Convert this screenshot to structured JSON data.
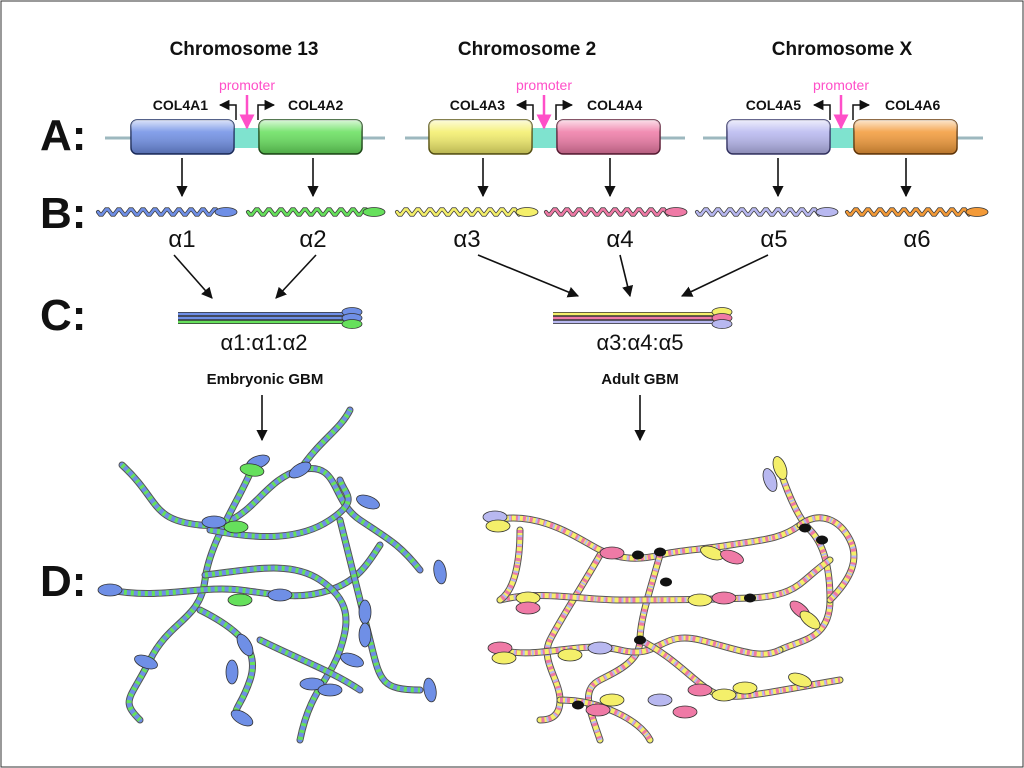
{
  "colors": {
    "alpha1": "#6f8fe6",
    "alpha2": "#66e05c",
    "alpha3": "#f4ef6a",
    "alpha4": "#ef7aa6",
    "alpha5": "#b8b8f0",
    "alpha6": "#f39a38",
    "promoter": "#ff4fc8",
    "linker": "#7fe3cf",
    "dna_line": "#9db8bf"
  },
  "chromosomes": [
    {
      "title": "Chromosome 13",
      "promoter": "promoter",
      "left_gene": "COL4A1",
      "right_gene": "COL4A2",
      "left_chain": "α1",
      "right_chain": "α2"
    },
    {
      "title": "Chromosome 2",
      "promoter": "promoter",
      "left_gene": "COL4A3",
      "right_gene": "COL4A4",
      "left_chain": "α3",
      "right_chain": "α4"
    },
    {
      "title": "Chromosome X",
      "promoter": "promoter",
      "left_gene": "COL4A5",
      "right_gene": "COL4A6",
      "left_chain": "α5",
      "right_chain": "α6"
    }
  ],
  "rows": {
    "A": "A:",
    "B": "B:",
    "C": "C:",
    "D": "D:"
  },
  "trimers": [
    {
      "label": "α1:α1:α2",
      "tissue": "Embryonic GBM"
    },
    {
      "label": "α3:α4:α5",
      "tissue": "Adult GBM"
    }
  ]
}
